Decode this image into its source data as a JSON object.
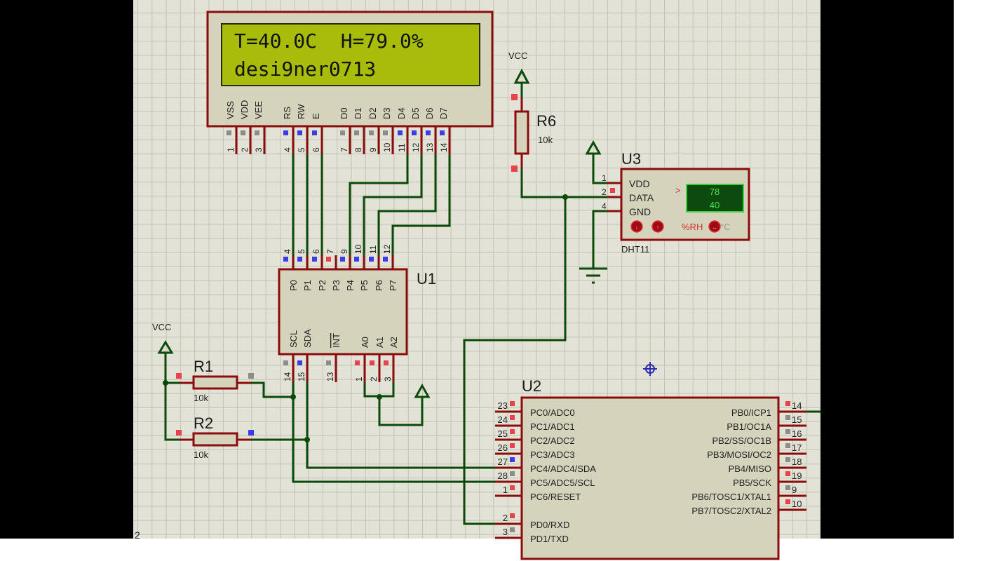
{
  "lcd": {
    "line1": "T=40.0C  H=79.0%",
    "line2": "desi9ner0713",
    "screen_color": "#a8bd0a",
    "pins": [
      {
        "num": "1",
        "name": "VSS",
        "state": "gray"
      },
      {
        "num": "2",
        "name": "VDD",
        "state": "gray"
      },
      {
        "num": "3",
        "name": "VEE",
        "state": "gray"
      },
      {
        "num": "4",
        "name": "RS",
        "state": "blue"
      },
      {
        "num": "5",
        "name": "RW",
        "state": "blue"
      },
      {
        "num": "6",
        "name": "E",
        "state": "blue"
      },
      {
        "num": "7",
        "name": "D0",
        "state": "gray"
      },
      {
        "num": "8",
        "name": "D1",
        "state": "gray"
      },
      {
        "num": "9",
        "name": "D2",
        "state": "gray"
      },
      {
        "num": "10",
        "name": "D3",
        "state": "gray"
      },
      {
        "num": "11",
        "name": "D4",
        "state": "blue"
      },
      {
        "num": "12",
        "name": "D5",
        "state": "blue"
      },
      {
        "num": "13",
        "name": "D6",
        "state": "blue"
      },
      {
        "num": "14",
        "name": "D7",
        "state": "blue"
      }
    ]
  },
  "u1": {
    "ref": "U1",
    "top_pins": [
      {
        "num": "4",
        "name": "P0",
        "state": "blue"
      },
      {
        "num": "5",
        "name": "P1",
        "state": "blue"
      },
      {
        "num": "6",
        "name": "P2",
        "state": "blue"
      },
      {
        "num": "7",
        "name": "P3",
        "state": "red"
      },
      {
        "num": "9",
        "name": "P4",
        "state": "blue"
      },
      {
        "num": "10",
        "name": "P5",
        "state": "blue"
      },
      {
        "num": "11",
        "name": "P6",
        "state": "blue"
      },
      {
        "num": "12",
        "name": "P7",
        "state": "blue"
      }
    ],
    "bottom_pins": [
      {
        "num": "14",
        "name": "SCL",
        "state": "gray"
      },
      {
        "num": "15",
        "name": "SDA",
        "state": "blue"
      },
      {
        "num": "13",
        "name": "INT",
        "state": "gray"
      },
      {
        "num": "1",
        "name": "A0",
        "state": "red"
      },
      {
        "num": "2",
        "name": "A1",
        "state": "red"
      },
      {
        "num": "3",
        "name": "A2",
        "state": "red"
      }
    ]
  },
  "u2": {
    "ref": "U2",
    "left_pins": [
      {
        "num": "23",
        "name": "PC0/ADC0",
        "state": "red"
      },
      {
        "num": "24",
        "name": "PC1/ADC1",
        "state": "red"
      },
      {
        "num": "25",
        "name": "PC2/ADC2",
        "state": "red"
      },
      {
        "num": "26",
        "name": "PC3/ADC3",
        "state": "red"
      },
      {
        "num": "27",
        "name": "PC4/ADC4/SDA",
        "state": "blue"
      },
      {
        "num": "28",
        "name": "PC5/ADC5/SCL",
        "state": "gray"
      },
      {
        "num": "1",
        "name": "PC6/RESET",
        "state": "red"
      },
      {
        "num": "2",
        "name": "PD0/RXD",
        "state": "red"
      },
      {
        "num": "3",
        "name": "PD1/TXD",
        "state": "gray"
      }
    ],
    "right_pins": [
      {
        "num": "14",
        "name": "PB0/ICP1",
        "state": "red"
      },
      {
        "num": "15",
        "name": "PB1/OC1A",
        "state": "gray"
      },
      {
        "num": "16",
        "name": "PB2/SS/OC1B",
        "state": "gray"
      },
      {
        "num": "17",
        "name": "PB3/MOSI/OC2",
        "state": "gray"
      },
      {
        "num": "18",
        "name": "PB4/MISO",
        "state": "gray"
      },
      {
        "num": "19",
        "name": "PB5/SCK",
        "state": "red"
      },
      {
        "num": "9",
        "name": "PB6/TOSC1/XTAL1",
        "state": "gray"
      },
      {
        "num": "10",
        "name": "PB7/TOSC2/XTAL2",
        "state": "red"
      }
    ]
  },
  "u3": {
    "ref": "U3",
    "part": "DHT11",
    "pins": [
      {
        "num": "1",
        "name": "VDD"
      },
      {
        "num": "2",
        "name": "DATA"
      },
      {
        "num": "4",
        "name": "GND"
      }
    ],
    "display_humidity": "78",
    "display_temp": "40",
    "arrow": ">",
    "unit_rh": "%RH",
    "unit_c": "°C"
  },
  "resistors": [
    {
      "ref": "R1",
      "value": "10k"
    },
    {
      "ref": "R2",
      "value": "10k"
    },
    {
      "ref": "R6",
      "value": "10k"
    }
  ],
  "power_labels": {
    "vcc_top": "VCC",
    "vcc_left": "VCC"
  },
  "corner_text": "2",
  "pin_colors": {
    "red": "#e8434c",
    "blue": "#3d3de6",
    "gray": "#8c8c8c"
  }
}
